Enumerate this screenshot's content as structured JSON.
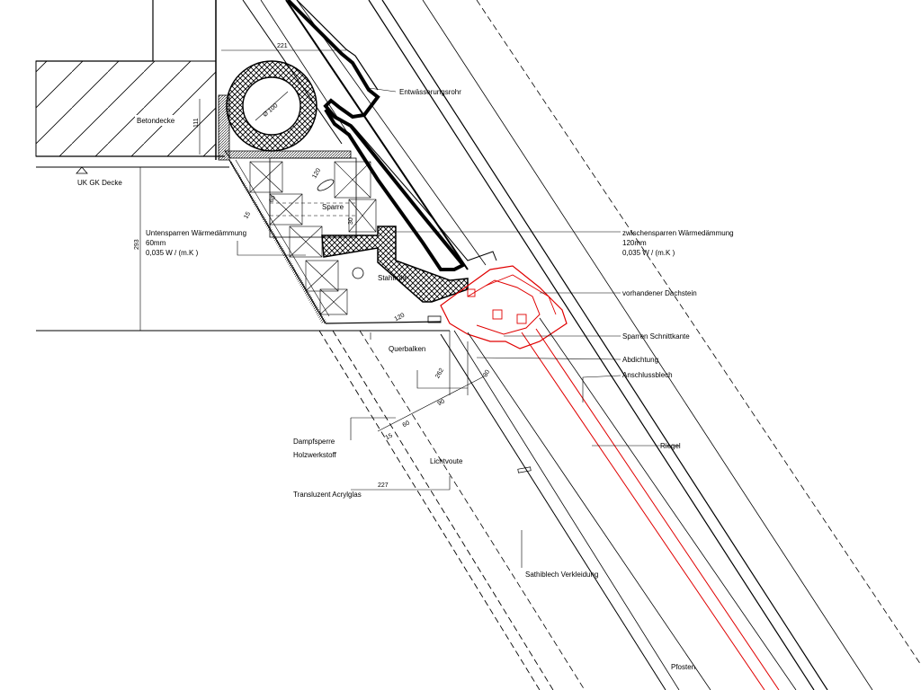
{
  "labels": {
    "entwaesserungsrohr": "Entwässerungsrohr",
    "betondecke": "Betondecke",
    "uk_gk_decke": "UK GK Decke",
    "untensparren_1": "Untensparren Wärmedämmung",
    "untensparren_2": "60mm",
    "untensparren_3": "0,035 W / (m.K )",
    "zwischensparren_1": "zwischensparren Wärmedämmung",
    "zwischensparren_2": "120mm",
    "zwischensparren_3": "0,035 W / (m.K )",
    "sparre": "Sparre",
    "stahlrohr": "Stahlrohr",
    "vorhandener_dachstein": "vorhandener Dachstein",
    "sparren_schnittkante": "Sparren Schnittkante",
    "querbalken": "Querbalken",
    "abdichtung": "Abdichtung",
    "anschlussblech": "Anschlussblech",
    "riegel": "Riegel",
    "dampfsperre": "Dampfsperre",
    "holzwerkstoff": "Holzwerkstoff",
    "lichtvoute": "Lichtvoute",
    "transluzent_acrylglas": "Transluzent Acrylglas",
    "sathiblech_verkleidung": "Sathiblech Verkleidung",
    "pfosten": "Pfosten"
  },
  "dimensions": {
    "d221": "221",
    "d100": "Ø 100",
    "d111": "111",
    "d120a": "120",
    "d60a": "60",
    "d15a": "15",
    "d30a": "30",
    "d293": "293",
    "d120b": "120",
    "d262": "262",
    "d30b": "30",
    "d90": "90",
    "d60b": "60",
    "d15b": "15",
    "d227": "227"
  }
}
